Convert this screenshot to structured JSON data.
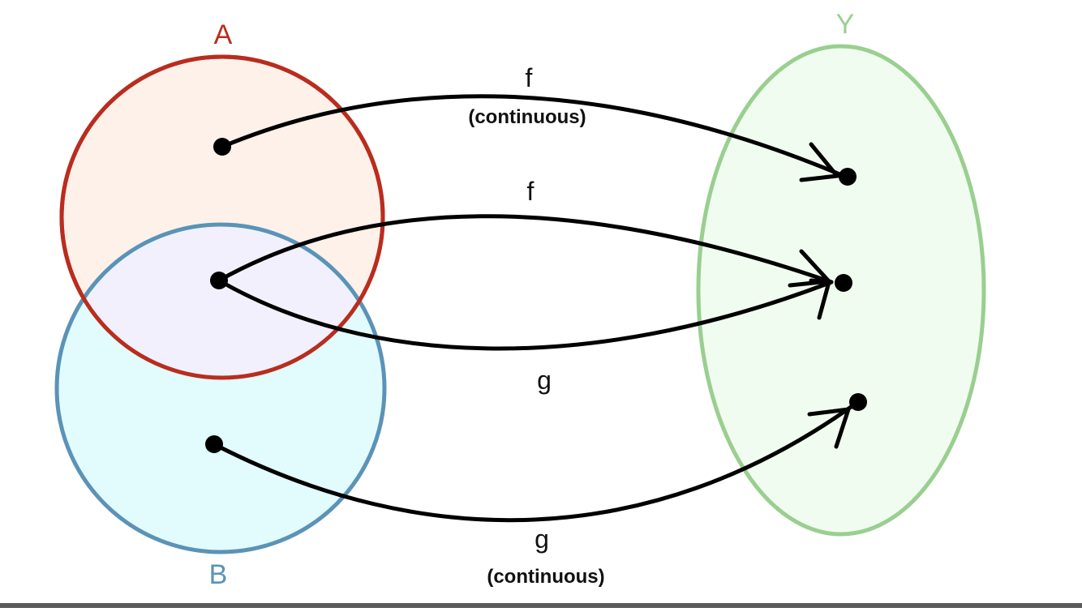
{
  "sets": {
    "a": {
      "label": "A",
      "stroke": "#b92d1e",
      "fill": "#fdf1ea"
    },
    "b": {
      "label": "B",
      "stroke": "#5b93b7",
      "fill": "#e2fbfd"
    },
    "overlap_fill": "#f2f0fc",
    "y": {
      "label": "Y",
      "stroke": "#99cf8f",
      "fill": "#f1fcf0"
    }
  },
  "mappings": {
    "f_top": {
      "name": "f",
      "note": "(continuous)"
    },
    "f_mid": {
      "name": "f"
    },
    "g_mid": {
      "name": "g"
    },
    "g_bottom": {
      "name": "g",
      "note": "(continuous)"
    }
  },
  "colors": {
    "arrow": "#000000",
    "point": "#000000"
  }
}
